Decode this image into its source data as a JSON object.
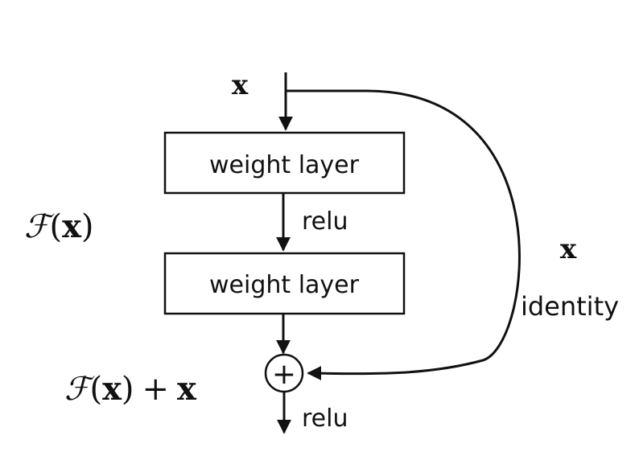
{
  "diagram": {
    "input_label": "x",
    "layers": [
      {
        "label": "weight layer"
      },
      {
        "label": "weight layer"
      }
    ],
    "activation_between": "relu",
    "activation_output": "relu",
    "residual_function": {
      "script_F": "ℱ",
      "open_paren": "(",
      "x": "x",
      "close_paren": ")"
    },
    "sum_expression": {
      "script_F": "ℱ",
      "open_paren": "(",
      "x1": "x",
      "close_paren": ")",
      "plus": "+",
      "x2": "x"
    },
    "shortcut": {
      "symbol": "x",
      "label": "identity"
    },
    "add_symbol": "+"
  }
}
